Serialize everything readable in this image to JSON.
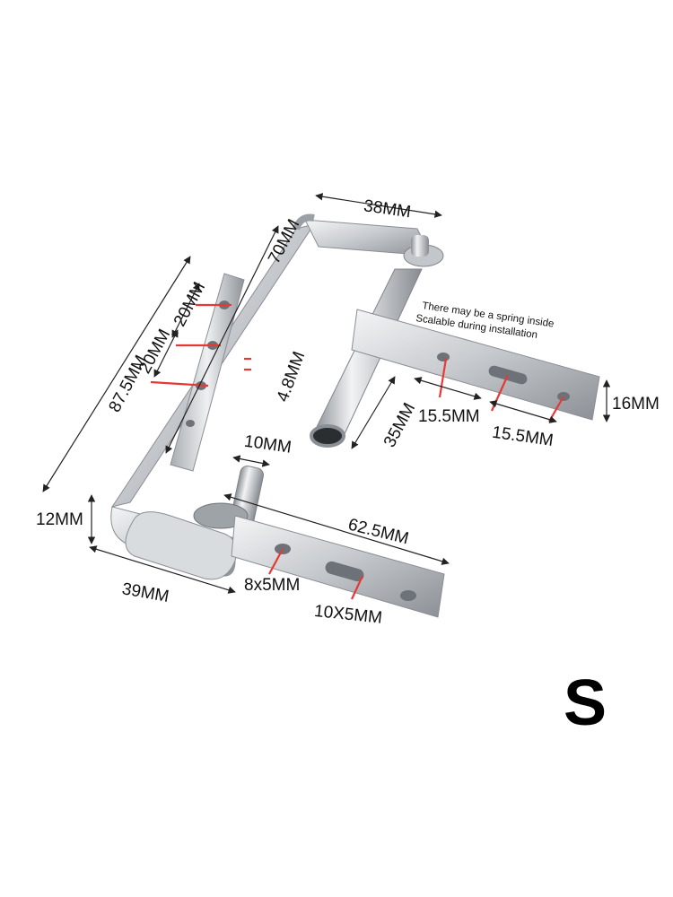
{
  "size_label": "S",
  "note": {
    "line1": "There may be a spring inside",
    "line2": "Scalable during installation"
  },
  "dimensions": {
    "top_width": "38MM",
    "arm_length": "70MM",
    "total_height": "87.5MM",
    "hole_spacing_upper": "20MM",
    "hole_spacing_lower": "20MM",
    "thickness": "4.8MM",
    "pin_length": "35MM",
    "top_hole_spacing_a": "15.5MM",
    "top_hole_spacing_b": "15.5MM",
    "top_plate_width": "16MM",
    "pin_diameter": "10MM",
    "base_height": "12MM",
    "base_width": "39MM",
    "bottom_plate_length": "62.5MM",
    "round_hole": "8x5MM",
    "slot_hole": "10X5MM"
  },
  "colors": {
    "metal_light": "#e6e8ea",
    "metal_mid": "#b7bbc0",
    "metal_dark": "#7d8288",
    "accent_red": "#e53935",
    "dim_line": "#222222"
  }
}
